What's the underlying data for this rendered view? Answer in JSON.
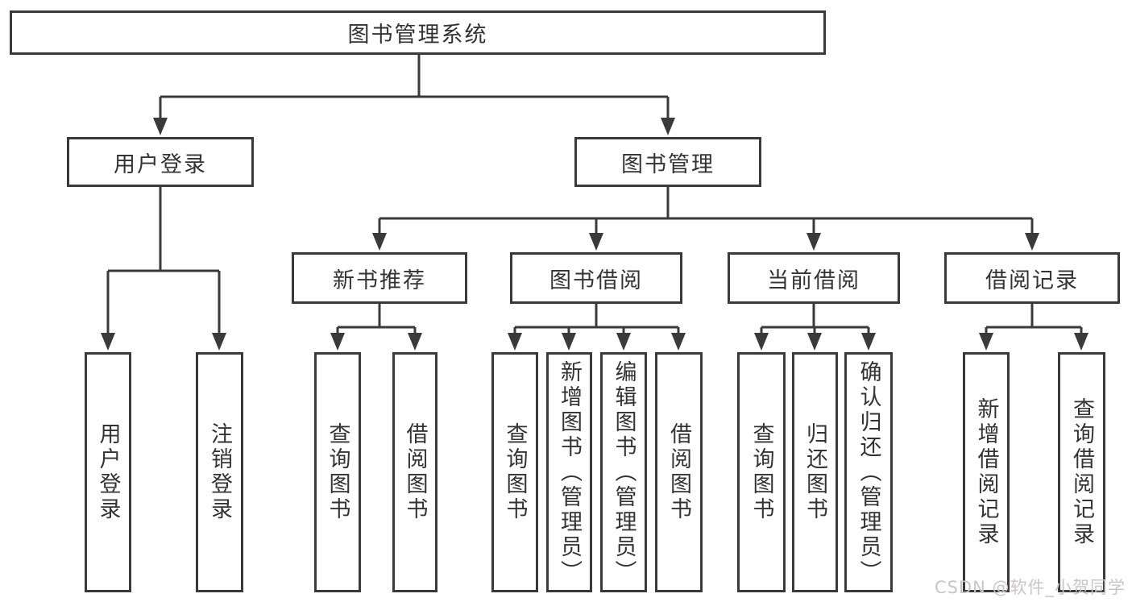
{
  "nodes": {
    "root": "图书管理系统",
    "user_login": "用户登录",
    "book_mgmt": "图书管理",
    "new_book_rec": "新书推荐",
    "book_borrow": "图书借阅",
    "current_borrow": "当前借阅",
    "borrow_records": "借阅记录",
    "leaf_user_login": "用户登录",
    "leaf_logout": "注销登录",
    "leaf_nbr_query": "查询图书",
    "leaf_nbr_borrow": "借阅图书",
    "leaf_bb_query": "查询图书",
    "leaf_bb_add": "新增图书（管理员）",
    "leaf_bb_edit": "编辑图书（管理员）",
    "leaf_bb_borrow": "借阅图书",
    "leaf_cb_query": "查询图书",
    "leaf_cb_return": "归还图书",
    "leaf_cb_confirm": "确认归还（管理员）",
    "leaf_br_add": "新增借阅记录",
    "leaf_br_query": "查询借阅记录"
  },
  "watermark": "CSDN @软件_小贺同学",
  "colors": {
    "line": "#3a3a3a",
    "text": "#333333",
    "background": "#ffffff",
    "watermark": "#c8c6c6"
  }
}
